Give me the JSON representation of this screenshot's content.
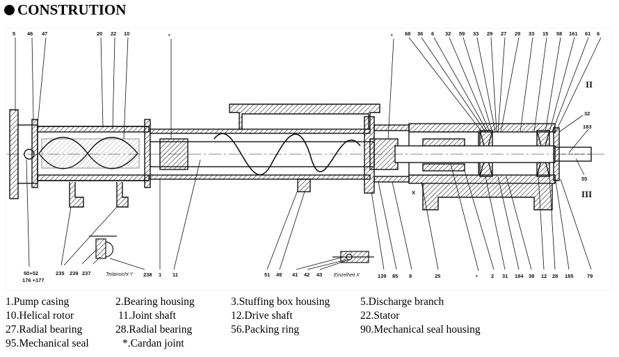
{
  "title": "CONSTRUTION",
  "drawing_labels": {
    "top": [
      "5",
      "46",
      "47",
      "20",
      "22",
      "10",
      "•",
      "•",
      "68",
      "36",
      "6",
      "32",
      "59",
      "33",
      "29",
      "27",
      "29",
      "33",
      "15",
      "58",
      "161",
      "61",
      "6"
    ],
    "bottom": [
      "50+52",
      "176 +177",
      "235",
      "239",
      "237",
      "238",
      "1",
      "11",
      "51",
      "49",
      "41",
      "42",
      "43",
      "139",
      "85",
      "8",
      "25",
      "•",
      "2",
      "31",
      "184",
      "38",
      "12",
      "28",
      "185",
      "79"
    ],
    "right": [
      "32",
      "183",
      "55"
    ],
    "section_marks": [
      "II",
      "III"
    ],
    "view_y": "Teilansicht Y",
    "detail_x": "Einzelheit X",
    "x_mark": "X"
  },
  "legend": {
    "rows": [
      [
        "1.Pump casing",
        "2.Bearing housing",
        "3.Stuffing box housing",
        "5.Discharge branch"
      ],
      [
        "10.Helical rotor",
        "11.Joint shaft",
        "12.Drive shaft",
        "22.Stator"
      ],
      [
        "27.Radial bearing",
        "28.Radial bearing",
        "56.Packing ring",
        "90.Mechanical seal housing"
      ],
      [
        "95.Mechanical seal",
        "*.Cardan joint",
        "",
        ""
      ]
    ]
  }
}
